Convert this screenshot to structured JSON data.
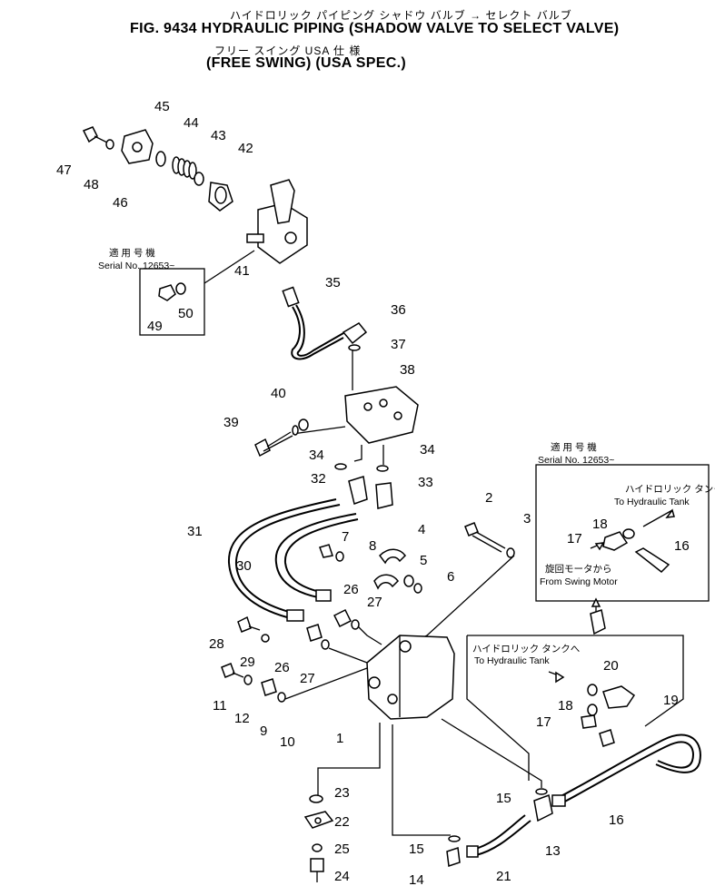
{
  "title": {
    "jp_line1": "ハイドロリック パイピング シャドウ バルブ → セレクト バルブ",
    "en_line1": "FIG. 9434 HYDRAULIC PIPING (SHADOW VALVE TO SELECT VALVE)",
    "jp_line2": "フリー スイング USA 仕 様",
    "en_line2": "(FREE SWING) (USA SPEC.)"
  },
  "notes": {
    "serial_jp": "適 用 号 機",
    "serial_en": "Serial No. 12653~",
    "to_tank_jp": "ハイドロリック タンクへ",
    "to_tank_en": "To Hydraulic Tank",
    "from_motor_jp": "旋回モータから",
    "from_motor_en": "From Swing Motor"
  },
  "callouts": {
    "1": "1",
    "2": "2",
    "3": "3",
    "4": "4",
    "5": "5",
    "6": "6",
    "7": "7",
    "8": "8",
    "9": "9",
    "10": "10",
    "11": "11",
    "12": "12",
    "13": "13",
    "14": "14",
    "15": "15",
    "16": "16",
    "17": "17",
    "18": "18",
    "19": "19",
    "20": "20",
    "21": "21",
    "22": "22",
    "23": "23",
    "24": "24",
    "25": "25",
    "26": "26",
    "27": "27",
    "28": "28",
    "29": "29",
    "30": "30",
    "31": "31",
    "32": "32",
    "33": "33",
    "34": "34",
    "35": "35",
    "36": "36",
    "37": "37",
    "38": "38",
    "39": "39",
    "40": "40",
    "41": "41",
    "42": "42",
    "43": "43",
    "44": "44",
    "45": "45",
    "46": "46",
    "47": "47",
    "48": "48",
    "49": "49",
    "50": "50"
  }
}
